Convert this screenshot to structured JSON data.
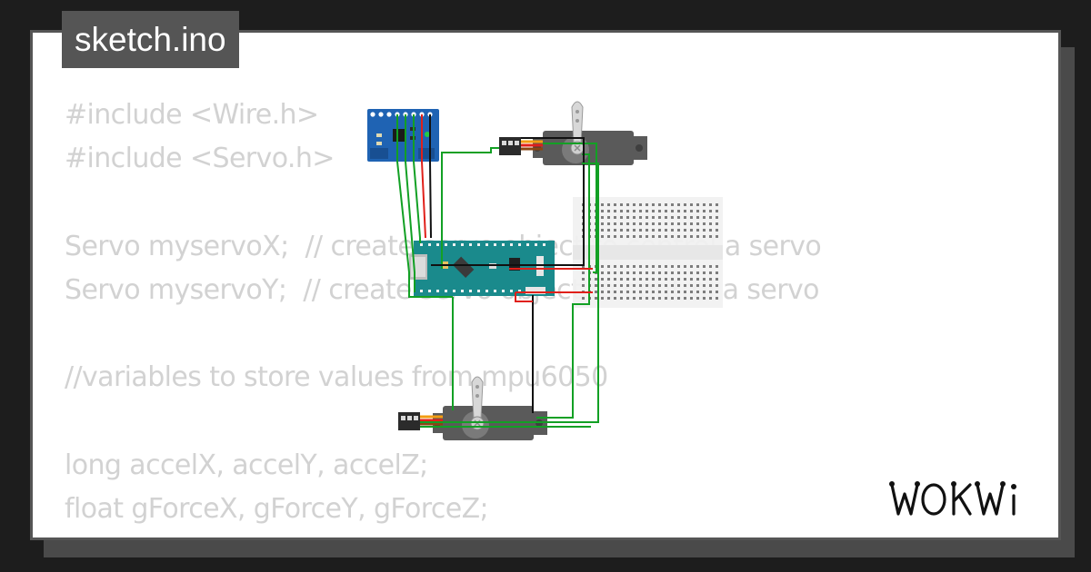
{
  "sketch": {
    "filename": "sketch.ino",
    "code_lines": [
      "#include <Wire.h>",
      "#include <Servo.h>",
      "",
      "Servo myservoX;  // create servo object to control a servo",
      "Servo myservoY;  // create servo object to control a servo",
      "",
      "//variables to store values from mpu6050",
      "",
      "long accelX, accelY, accelZ;",
      "float gForceX, gForceY, gForceZ;"
    ]
  },
  "brand": {
    "name": "WOKWi"
  },
  "colors": {
    "background": "#1d1d1d",
    "card": "#ffffff",
    "card_border": "#555555",
    "code_text": "#d2d2d2",
    "board_teal": "#1a8a8c",
    "mpu_blue": "#1f63b3",
    "wire_green": "#12a024",
    "wire_red": "#e0201a",
    "wire_black": "#111111",
    "servo_gray": "#5a5a5a"
  },
  "circuit": {
    "components": [
      "arduino-nano",
      "mpu6050",
      "servo",
      "servo",
      "breadboard-mini"
    ]
  }
}
